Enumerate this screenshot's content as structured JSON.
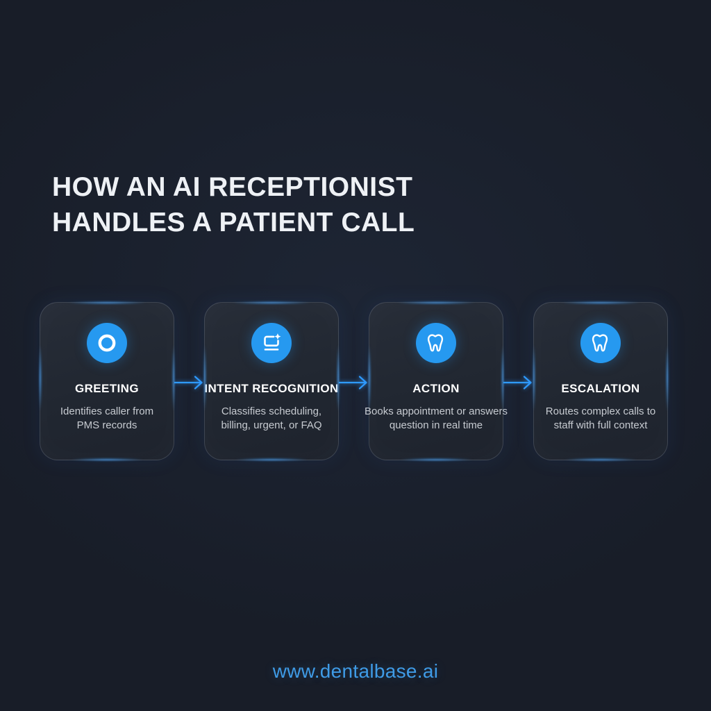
{
  "title": {
    "lines": [
      "HOW AN AI RECEPTIONIST",
      "HANDLES A PATIENT CALL"
    ]
  },
  "steps": [
    {
      "icon": "circle-ring-icon",
      "title": "GREETING",
      "description": "Identifies caller from PMS records",
      "lines": [
        "Identifies caller from",
        "PMS records"
      ]
    },
    {
      "icon": "screen-sparkle-icon",
      "title": "INTENT RECOGNITION",
      "description": "Classifies scheduling, billing, urgent, or FAQ",
      "lines": [
        "Classifies scheduling,",
        "billing, urgent, or FAQ"
      ]
    },
    {
      "icon": "tooth-icon",
      "title": "ACTION",
      "description": "Books appointment or answers question in real time",
      "lines": [
        "Books appointment or answers",
        "question in real time"
      ]
    },
    {
      "icon": "tooth-icon",
      "title": "ESCALATION",
      "description": "Routes complex calls to staff with full context",
      "lines": [
        "Routes complex calls to",
        "staff with full context"
      ]
    }
  ],
  "footer": {
    "url": "www.dentalbase.ai"
  },
  "colors": {
    "background": "#181d28",
    "card_background": "#222833",
    "card_border": "#4a5260",
    "accent_blue": "#2f9bff",
    "icon_circle_blue": "#2699f0",
    "title_text": "#eef1f5",
    "card_title_text": "#ffffff",
    "description_text": "#c7cbd1",
    "footer_link": "#3f9be6"
  }
}
